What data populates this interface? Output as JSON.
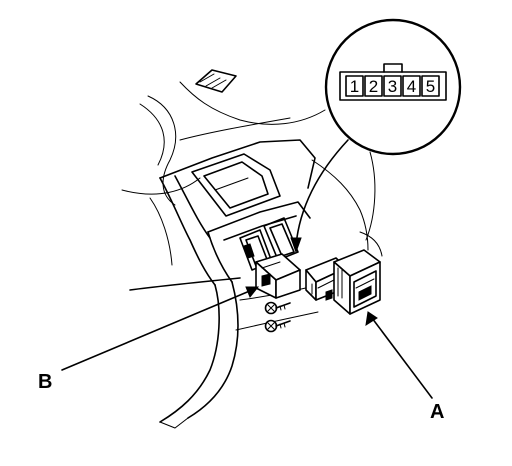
{
  "callouts": {
    "a": "A",
    "b": "B"
  },
  "connector": {
    "pins": [
      "1",
      "2",
      "3",
      "4",
      "5"
    ]
  }
}
